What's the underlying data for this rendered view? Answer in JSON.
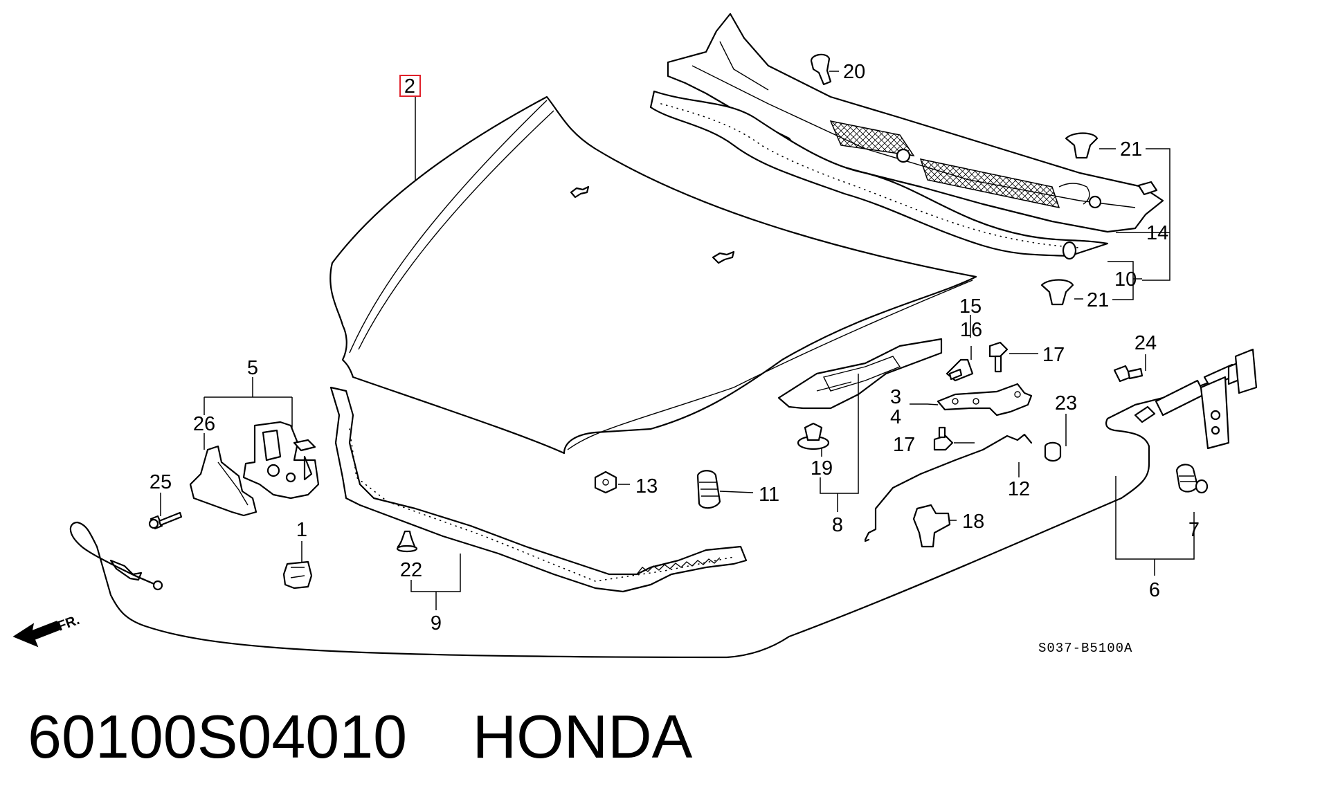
{
  "callouts": {
    "c1": "1",
    "c2": "2",
    "c3": "3",
    "c4": "4",
    "c5": "5",
    "c6": "6",
    "c7": "7",
    "c8": "8",
    "c9": "9",
    "c10": "10",
    "c11": "11",
    "c12": "12",
    "c13": "13",
    "c14": "14",
    "c15": "15",
    "c16": "16",
    "c17a": "17",
    "c17b": "17",
    "c18": "18",
    "c19": "19",
    "c20": "20",
    "c21a": "21",
    "c21b": "21",
    "c22": "22",
    "c23": "23",
    "c24": "24",
    "c25": "25",
    "c26": "26"
  },
  "diagram_code": "S037-B5100A",
  "direction_marker": "FR.",
  "highlight_color": "#e0202a",
  "footer": {
    "part_number": "60100S04010",
    "brand": "HONDA"
  }
}
